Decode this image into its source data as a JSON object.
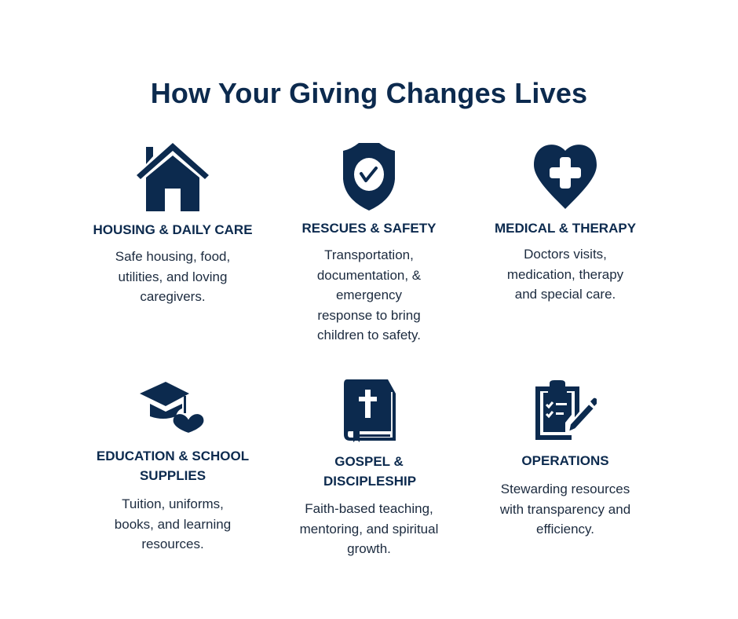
{
  "title": "How Your Giving Changes Lives",
  "accent_color": "#0c2a4e",
  "items": [
    {
      "icon": "house-icon",
      "heading": "HOUSING & DAILY CARE",
      "body": "Safe housing, food, utilities, and loving caregivers."
    },
    {
      "icon": "shield-check-icon",
      "heading": "RESCUES & SAFETY",
      "body": "Transportation, documentation, & emergency response to bring children to safety."
    },
    {
      "icon": "heart-plus-icon",
      "heading": "MEDICAL & THERAPY",
      "body": "Doctors visits, medication, therapy and special care."
    },
    {
      "icon": "graduation-cap-heart-icon",
      "heading": "EDUCATION & SCHOOL SUPPLIES",
      "body": "Tuition, uniforms, books, and learning resources."
    },
    {
      "icon": "bible-icon",
      "heading": "GOSPEL & DISCIPLESHIP",
      "body": "Faith-based teaching, mentoring, and spiritual growth."
    },
    {
      "icon": "clipboard-pencil-icon",
      "heading": "OPERATIONS",
      "body": "Stewarding resources with transparency and efficiency."
    }
  ]
}
